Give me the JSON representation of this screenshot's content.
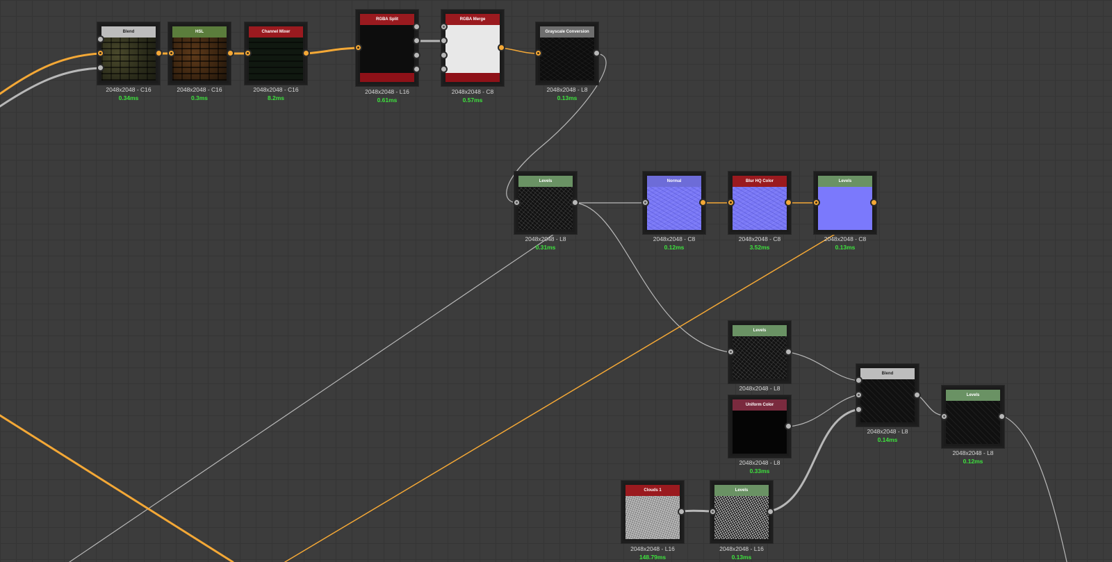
{
  "graph": {
    "nodes": [
      {
        "id": "blend1",
        "title": "Blend",
        "header_color": "#bdbdbd",
        "resolution": "2048x2048 - C16",
        "time": "0.34ms"
      },
      {
        "id": "hsl",
        "title": "HSL",
        "header_color": "#5b7d3c",
        "resolution": "2048x2048 - C16",
        "time": "0.3ms"
      },
      {
        "id": "channel-mixer",
        "title": "Channel Mixer",
        "header_color": "#9a1a1f",
        "resolution": "2048x2048 - C16",
        "time": "8.2ms"
      },
      {
        "id": "rgba-split",
        "title": "RGBA Split",
        "header_color": "#9a1a1f",
        "resolution": "2048x2048 - L16",
        "time": "0.61ms"
      },
      {
        "id": "rgba-merge",
        "title": "RGBA Merge",
        "header_color": "#9a1a1f",
        "resolution": "2048x2048 - C8",
        "time": "0.57ms"
      },
      {
        "id": "grayscale",
        "title": "Grayscale Conversion",
        "header_color": "#6e6e6e",
        "resolution": "2048x2048 - L8",
        "time": "0.13ms"
      },
      {
        "id": "levels1",
        "title": "Levels",
        "header_color": "#6a9264",
        "resolution": "2048x2048 - L8",
        "time": "0.31ms"
      },
      {
        "id": "normal",
        "title": "Normal",
        "header_color": "#6d6cd8",
        "resolution": "2048x2048 - C8",
        "time": "0.12ms"
      },
      {
        "id": "blur-hq",
        "title": "Blur HQ Color",
        "header_color": "#9a1a1f",
        "resolution": "2048x2048 - C8",
        "time": "3.52ms"
      },
      {
        "id": "levels2",
        "title": "Levels",
        "header_color": "#6a9264",
        "resolution": "2048x2048 - C8",
        "time": "0.13ms"
      },
      {
        "id": "levels3",
        "title": "Levels",
        "header_color": "#6a9264",
        "resolution": "2048x2048 - L8",
        "time": ""
      },
      {
        "id": "uniform-color",
        "title": "Uniform Color",
        "header_color": "#7a2a3e",
        "resolution": "2048x2048 - L8",
        "time": "0.33ms"
      },
      {
        "id": "blend2",
        "title": "Blend",
        "header_color": "#bdbdbd",
        "resolution": "2048x2048 - L8",
        "time": "0.14ms"
      },
      {
        "id": "levels4",
        "title": "Levels",
        "header_color": "#6a9264",
        "resolution": "2048x2048 - L8",
        "time": "0.12ms"
      },
      {
        "id": "clouds",
        "title": "Clouds 1",
        "header_color": "#9a1a1f",
        "resolution": "2048x2048 - L16",
        "time": "148.79ms"
      },
      {
        "id": "levels5",
        "title": "Levels",
        "header_color": "#6a9264",
        "resolution": "2048x2048 - L16",
        "time": "0.13ms"
      }
    ]
  },
  "colors": {
    "background": "#3c3c3c",
    "grid": "#353535",
    "wire_color": "#f4a836",
    "wire_gray": "#b8b8b8",
    "time_text": "#3ee23e"
  }
}
